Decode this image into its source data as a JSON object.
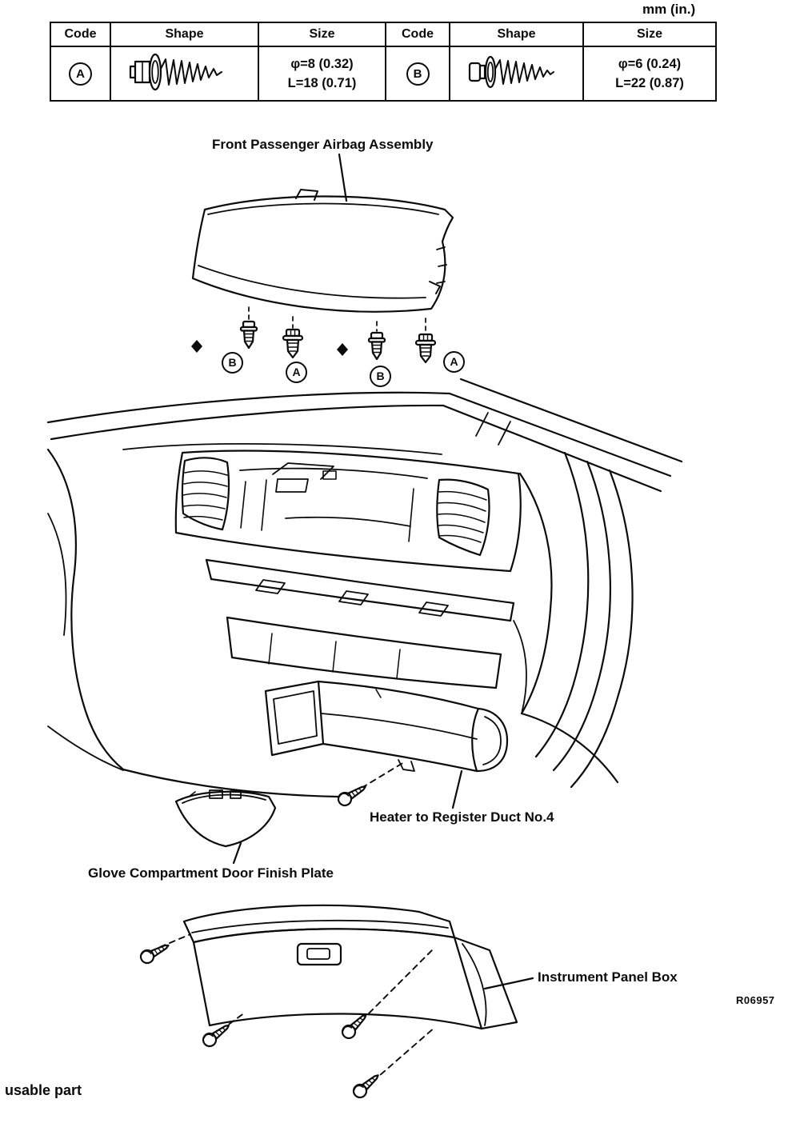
{
  "page": {
    "units_label": "mm (in.)",
    "drawing_number": "R06957",
    "reusable_note": "usable part"
  },
  "fastener_table": {
    "headers": [
      "Code",
      "Shape",
      "Size",
      "Code",
      "Shape",
      "Size"
    ],
    "row": {
      "code_a": "A",
      "shape_a_icon": "flanged-hex-bolt-icon",
      "size_a": [
        "φ=8 (0.32)",
        "L=18 (0.71)"
      ],
      "code_b": "B",
      "shape_b_icon": "washer-head-screw-icon",
      "size_b": [
        "φ=6 (0.24)",
        "L=22 (0.87)"
      ]
    }
  },
  "diagram": {
    "labels": {
      "airbag_assembly": "Front Passenger Airbag Assembly",
      "heater_duct": "Heater to Register Duct No.4",
      "glove_finish_plate": "Glove Compartment Door Finish Plate",
      "instrument_panel_box": "Instrument Panel Box"
    },
    "callouts": [
      "B",
      "A",
      "B",
      "A"
    ]
  }
}
